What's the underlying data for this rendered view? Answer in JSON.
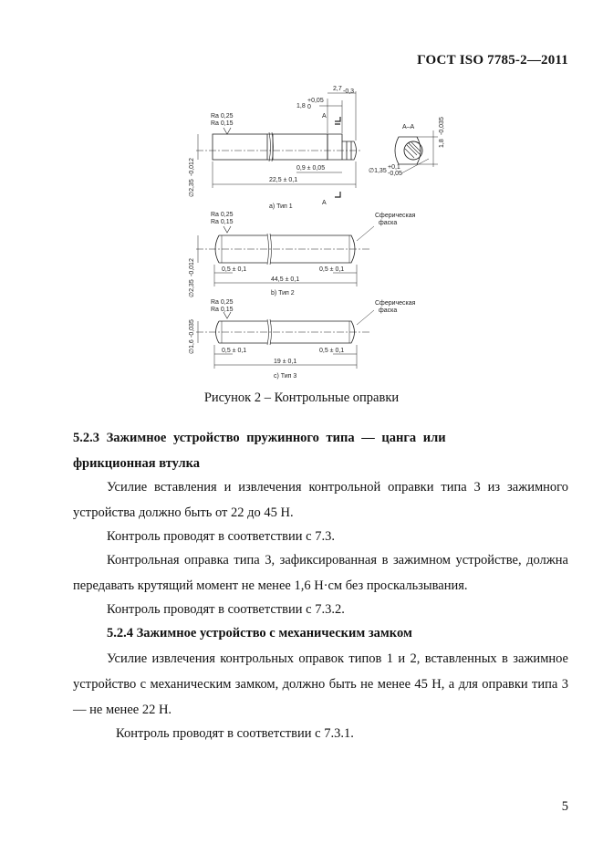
{
  "header": {
    "doc_id": "ГОСТ ISO 7785-2—2011"
  },
  "figure": {
    "caption": "Рисунок 2 – Контрольные оправки",
    "type1": {
      "label": "a) Тип 1",
      "ra1": "Ra 0,25",
      "ra2": "Ra 0,15",
      "dim_top": "2,7",
      "dim_top_tol": "-0,3",
      "dim_18": "1,8",
      "dim_18_tol": "+0,05",
      "dim_18_tol2": "0",
      "dim_09": "0,9 ± 0,05",
      "dim_length": "22,5 ± 0,1",
      "dim_dia": "∅2,35",
      "dim_dia_tol": "-0,012",
      "section_mark": "A",
      "section_label": "A–A",
      "dim_18_side": "1,8",
      "dim_18_side_tol": "-0,035",
      "dim_sec_dia": "∅1,35",
      "dim_sec_tol1": "+0,1",
      "dim_sec_tol2": "-0,05"
    },
    "type2": {
      "label": "b) Тип 2",
      "ra1": "Ra 0,25",
      "ra2": "Ra 0,15",
      "sphere1": "Сферическая",
      "sphere2": "фаска",
      "dim_left": "0,5 ± 0,1",
      "dim_right": "0,5 ± 0,1",
      "dim_length": "44,5 ± 0,1",
      "dim_dia": "∅2,35",
      "dim_dia_tol": "-0,012"
    },
    "type3": {
      "label": "c) Тип 3",
      "ra1": "Ra 0,25",
      "ra2": "Ra 0,15",
      "sphere1": "Сферическая",
      "sphere2": "фаска",
      "dim_left": "0,5 ± 0,1",
      "dim_right": "0,5 ± 0,1",
      "dim_length": "19 ± 0,1",
      "dim_dia": "∅1,6",
      "dim_dia_tol": "-0,035"
    }
  },
  "section_523": {
    "heading_line1": "5.2.3  Зажимное  устройство  пружинного  типа  —  цанга  или",
    "heading_line2": "фрикционная втулка",
    "p1": "Усилие вставления и извлечения контрольной оправки типа 3 из зажимного устройства должно быть от 22 до 45 Н.",
    "p2": "Контроль проводят в соответствии с 7.3.",
    "p3": "Контрольная оправка типа 3, зафиксированная в зажимном устройстве, должна передавать крутящий момент не менее 1,6 Н·см без проскальзывания.",
    "p4": "Контроль проводят в соответствии с 7.3.2."
  },
  "section_524": {
    "heading": "5.2.4 Зажимное устройство с механическим замком",
    "p1": "Усилие извлечения контрольных оправок типов 1 и 2, вставленных в зажимное устройство с механическим замком, должно быть не менее 45 Н, а для оправки типа 3 — не менее 22 Н.",
    "p2": "Контроль проводят в соответствии с 7.3.1."
  },
  "page_number": "5"
}
